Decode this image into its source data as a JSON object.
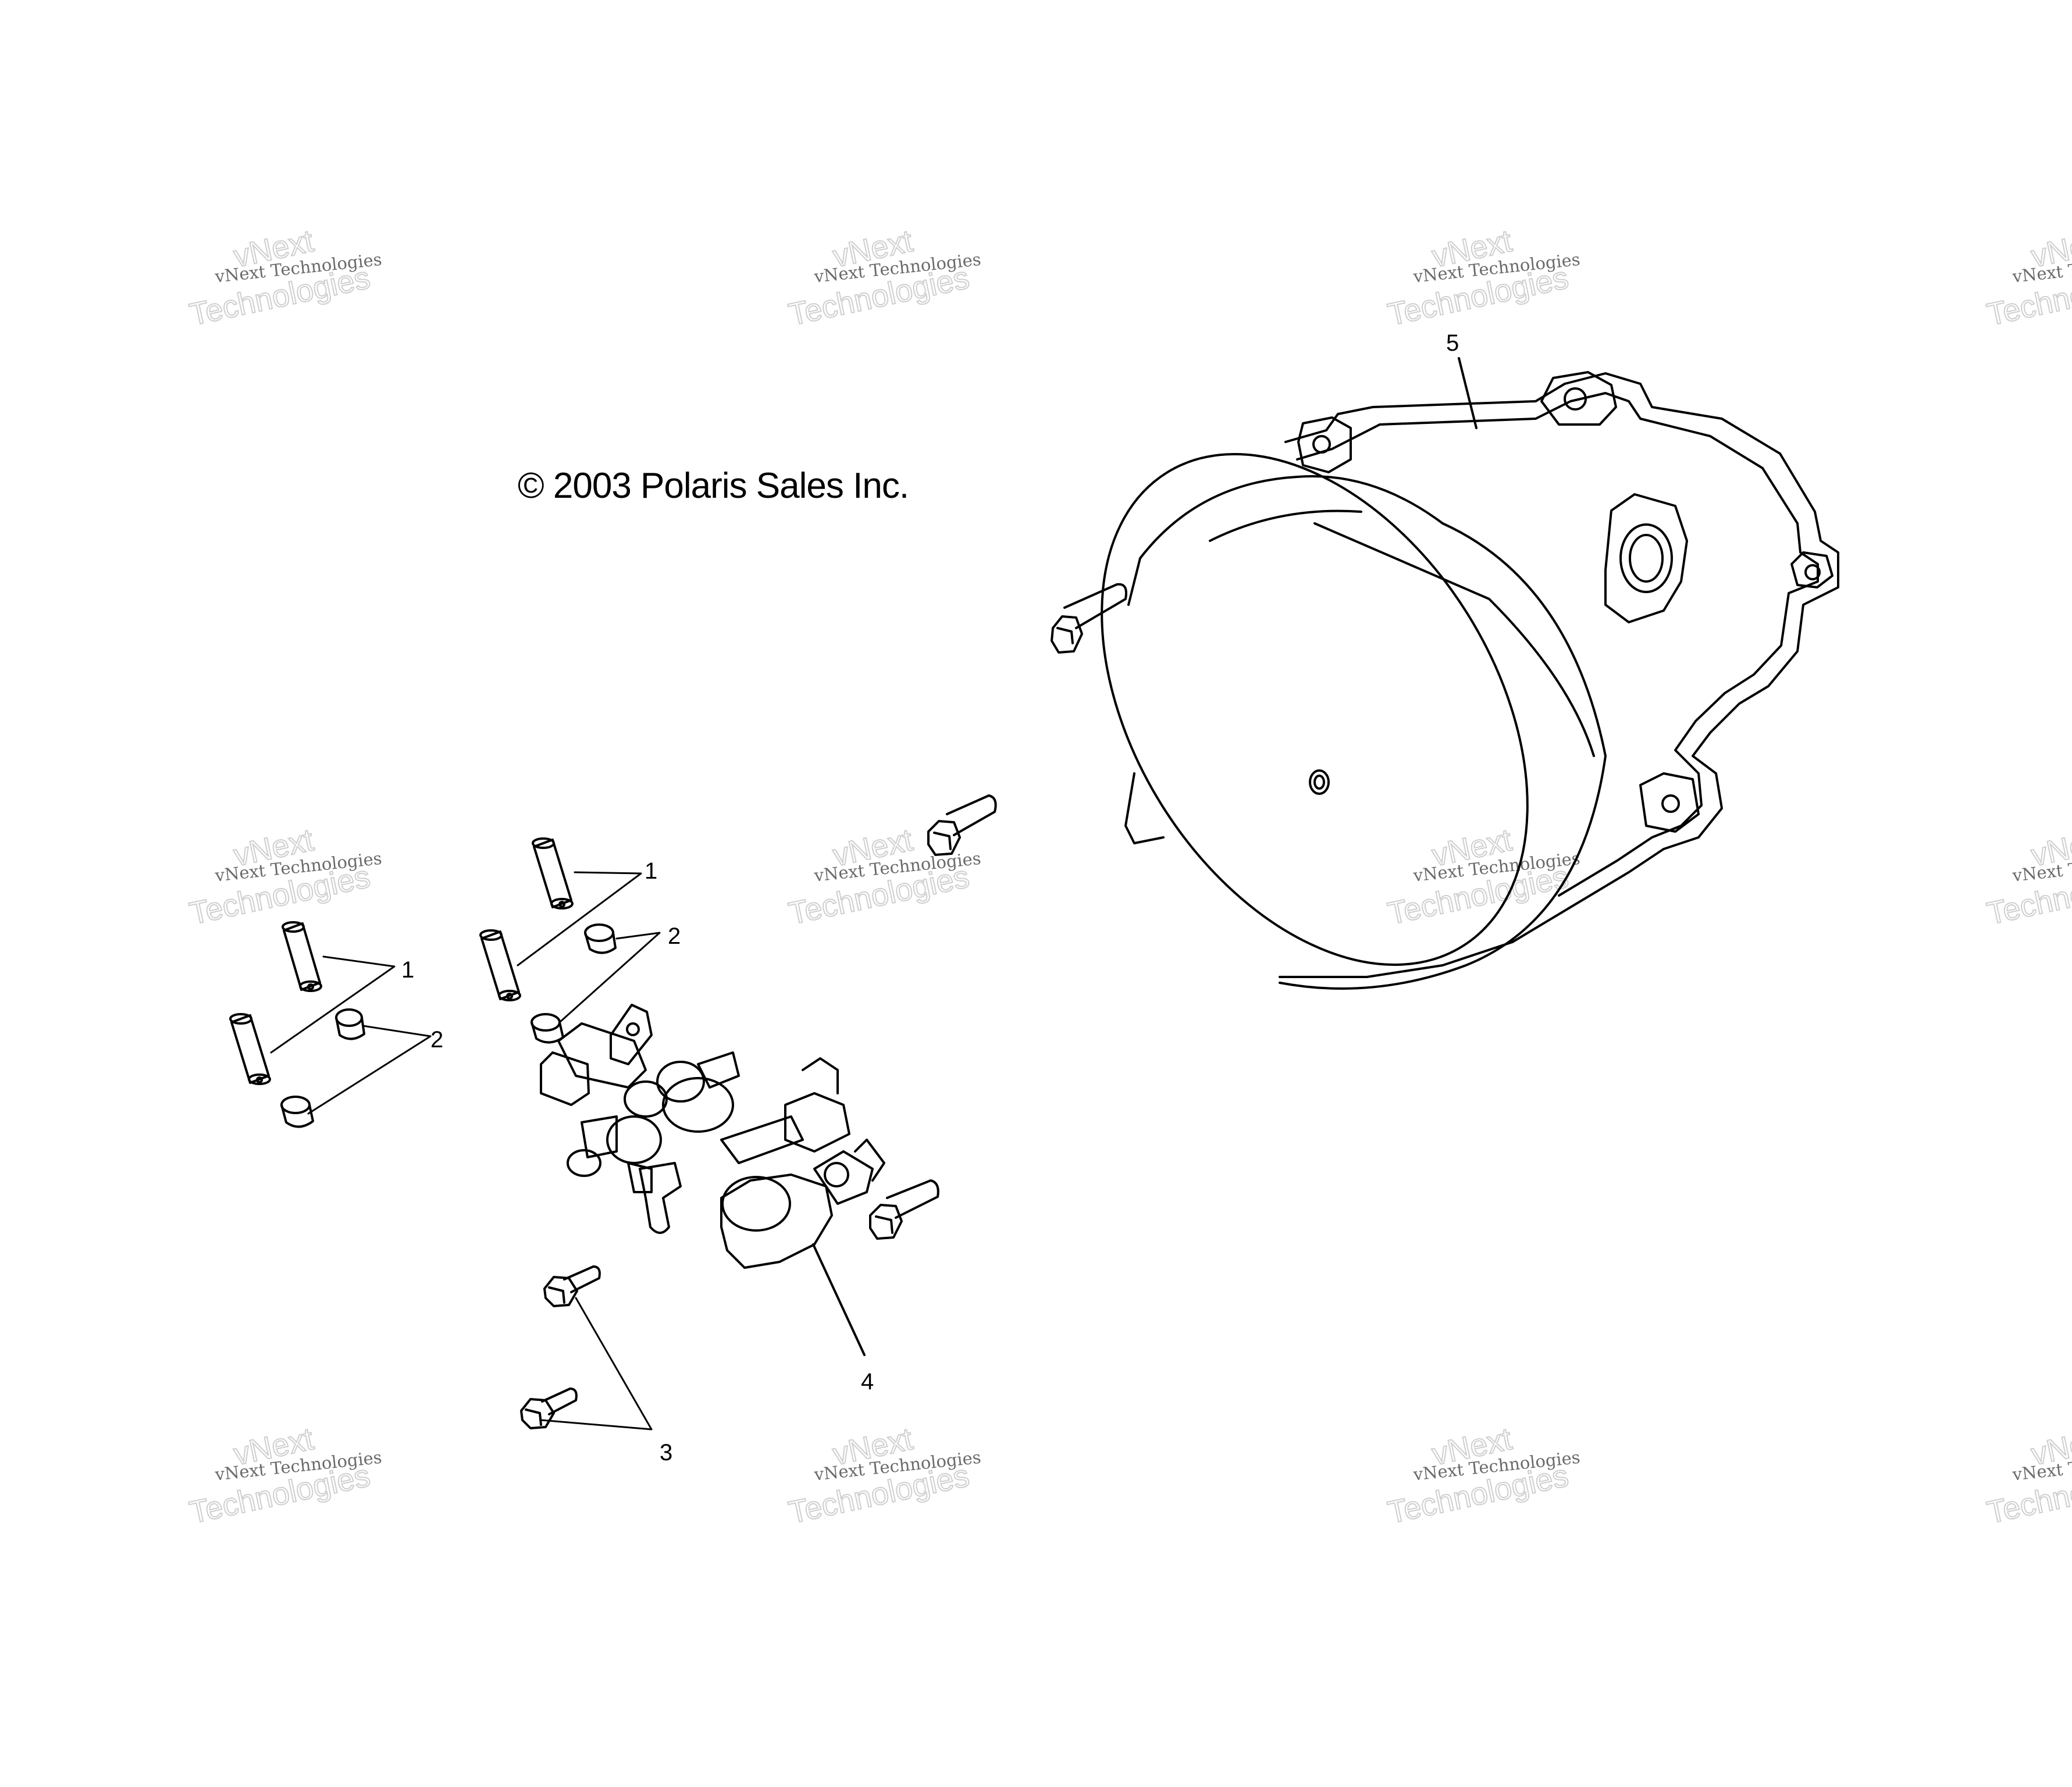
{
  "copyright": "© 2003 Polaris Sales Inc.",
  "callouts": {
    "c1a": "1",
    "c1b": "1",
    "c2a": "2",
    "c2b": "2",
    "c3": "3",
    "c4": "4",
    "c5": "5"
  },
  "watermark": {
    "big_top": "vNext",
    "big_bottom": "Technologies",
    "small": "vNext Technologies"
  },
  "colors": {
    "line": "#000000",
    "watermark_outline": "#cfcfcf",
    "watermark_text": "#6a6a6a",
    "background": "#ffffff"
  }
}
